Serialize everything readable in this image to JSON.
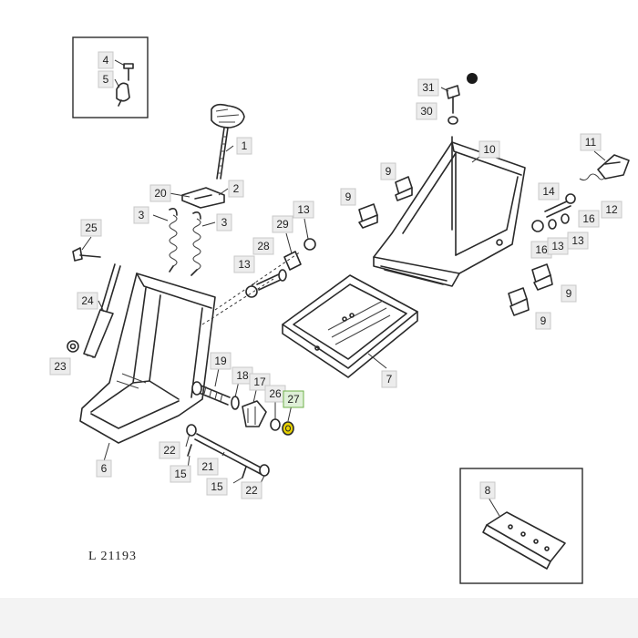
{
  "diagram": {
    "caption": "L 21193",
    "highlight_color": "#e8d200",
    "callouts": [
      {
        "id": "c4",
        "label": "4"
      },
      {
        "id": "c5",
        "label": "5"
      },
      {
        "id": "c1",
        "label": "1"
      },
      {
        "id": "c20",
        "label": "20"
      },
      {
        "id": "c2",
        "label": "2"
      },
      {
        "id": "c3a",
        "label": "3"
      },
      {
        "id": "c3b",
        "label": "3"
      },
      {
        "id": "c25",
        "label": "25"
      },
      {
        "id": "c29",
        "label": "29"
      },
      {
        "id": "c13a",
        "label": "13"
      },
      {
        "id": "c28",
        "label": "28"
      },
      {
        "id": "c13b",
        "label": "13"
      },
      {
        "id": "c24",
        "label": "24"
      },
      {
        "id": "c23",
        "label": "23"
      },
      {
        "id": "c19",
        "label": "19"
      },
      {
        "id": "c18",
        "label": "18"
      },
      {
        "id": "c17",
        "label": "17"
      },
      {
        "id": "c26",
        "label": "26"
      },
      {
        "id": "c27",
        "label": "27",
        "highlighted": true
      },
      {
        "id": "c22a",
        "label": "22"
      },
      {
        "id": "c21",
        "label": "21"
      },
      {
        "id": "c15a",
        "label": "15"
      },
      {
        "id": "c15b",
        "label": "15"
      },
      {
        "id": "c22b",
        "label": "22"
      },
      {
        "id": "c6",
        "label": "6"
      },
      {
        "id": "c31",
        "label": "31"
      },
      {
        "id": "c30",
        "label": "30"
      },
      {
        "id": "c10",
        "label": "10"
      },
      {
        "id": "c9a",
        "label": "9"
      },
      {
        "id": "c9b",
        "label": "9"
      },
      {
        "id": "c11",
        "label": "11"
      },
      {
        "id": "c14",
        "label": "14"
      },
      {
        "id": "c12",
        "label": "12"
      },
      {
        "id": "c16a",
        "label": "16"
      },
      {
        "id": "c16b",
        "label": "16"
      },
      {
        "id": "c13c",
        "label": "13"
      },
      {
        "id": "c13d",
        "label": "13"
      },
      {
        "id": "c9c",
        "label": "9"
      },
      {
        "id": "c9d",
        "label": "9"
      },
      {
        "id": "c7",
        "label": "7"
      },
      {
        "id": "c8",
        "label": "8"
      }
    ]
  }
}
